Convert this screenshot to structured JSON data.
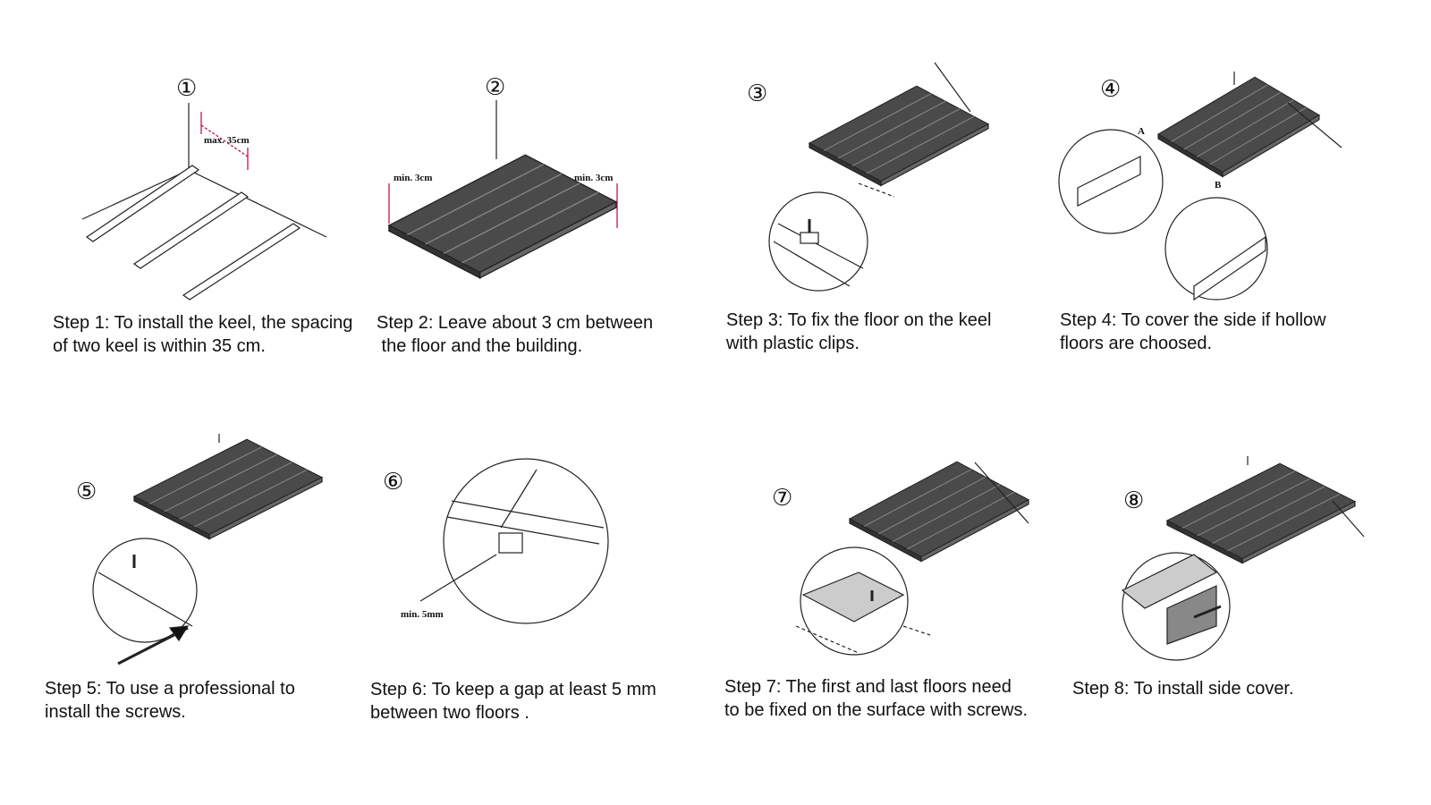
{
  "steps": [
    {
      "number": "①",
      "caption": "Step 1: To install the keel, the spacing\nof two keel is within 35 cm.",
      "labels": [
        "max. 35cm"
      ]
    },
    {
      "number": "②",
      "caption": "Step 2: Leave about 3 cm between\n the floor and the building.",
      "labels": [
        "min. 3cm",
        "min. 3cm"
      ]
    },
    {
      "number": "③",
      "caption": "Step 3: To fix the floor on the keel\nwith plastic clips.",
      "labels": []
    },
    {
      "number": "④",
      "caption": "Step 4: To cover the side if hollow\nfloors are choosed.",
      "labels": [
        "A",
        "B"
      ]
    },
    {
      "number": "⑤",
      "caption": "Step 5: To use a professional to\ninstall the screws.",
      "labels": []
    },
    {
      "number": "⑥",
      "caption": "Step 6: To keep a gap at least 5 mm\nbetween two floors .",
      "labels": [
        "min. 5mm"
      ]
    },
    {
      "number": "⑦",
      "caption": "Step 7: The first and last floors need\nto be fixed on the surface with screws.",
      "labels": []
    },
    {
      "number": "⑧",
      "caption": "Step 8: To install side cover.",
      "labels": []
    }
  ],
  "colors": {
    "deck": "#4a4a4a",
    "line": "#222222"
  }
}
